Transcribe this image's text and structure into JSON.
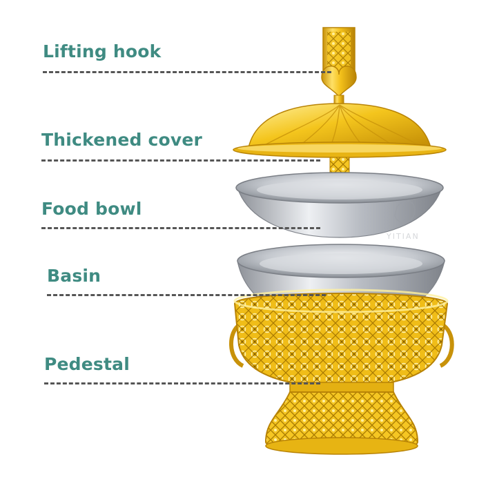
{
  "labels": {
    "lifting_hook": "Lifting hook",
    "thickened_cover": "Thickened cover",
    "food_bowl": "Food bowl",
    "basin": "Basin",
    "pedestal": "Pedestal"
  },
  "watermark": "YITIAN",
  "colors": {
    "label_text": "#3f8b82",
    "leader_line": "#555555",
    "gold": "#f2c21b",
    "gold_dark": "#b88a06",
    "steel": "#c9ccd1"
  }
}
